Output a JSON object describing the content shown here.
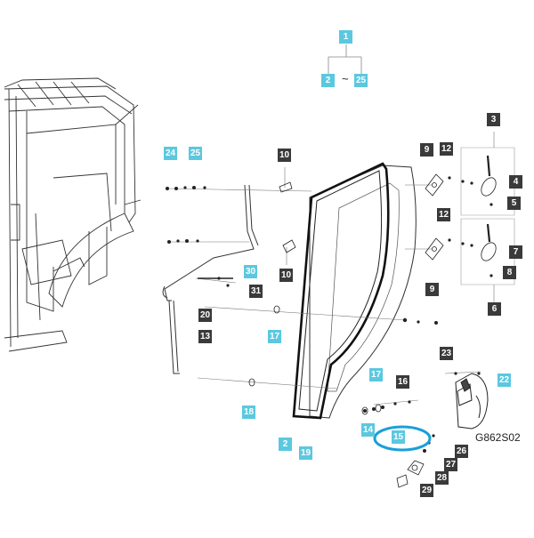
{
  "diagram_code": "G862S02",
  "range_separator": "~",
  "colors": {
    "highlight": "#5bc8df",
    "part_label": "#3a3a3a",
    "circle": "#1a9fd8"
  },
  "labels": [
    {
      "id": "1",
      "style": "blue"
    },
    {
      "id": "2",
      "style": "blue"
    },
    {
      "id": "25",
      "style": "blue"
    },
    {
      "id": "3",
      "style": "dark"
    },
    {
      "id": "24",
      "style": "blue"
    },
    {
      "id": "25",
      "style": "blue"
    },
    {
      "id": "10",
      "style": "dark"
    },
    {
      "id": "9",
      "style": "dark"
    },
    {
      "id": "12",
      "style": "dark"
    },
    {
      "id": "4",
      "style": "dark"
    },
    {
      "id": "5",
      "style": "dark"
    },
    {
      "id": "12",
      "style": "dark"
    },
    {
      "id": "7",
      "style": "dark"
    },
    {
      "id": "8",
      "style": "dark"
    },
    {
      "id": "10",
      "style": "dark"
    },
    {
      "id": "9",
      "style": "dark"
    },
    {
      "id": "6",
      "style": "dark"
    },
    {
      "id": "30",
      "style": "blue"
    },
    {
      "id": "31",
      "style": "dark"
    },
    {
      "id": "20",
      "style": "dark"
    },
    {
      "id": "17",
      "style": "blue"
    },
    {
      "id": "13",
      "style": "dark"
    },
    {
      "id": "23",
      "style": "dark"
    },
    {
      "id": "22",
      "style": "blue"
    },
    {
      "id": "17",
      "style": "blue"
    },
    {
      "id": "16",
      "style": "dark"
    },
    {
      "id": "18",
      "style": "blue"
    },
    {
      "id": "14",
      "style": "blue"
    },
    {
      "id": "15",
      "style": "blue"
    },
    {
      "id": "2",
      "style": "blue"
    },
    {
      "id": "19",
      "style": "blue"
    },
    {
      "id": "26",
      "style": "dark"
    },
    {
      "id": "27",
      "style": "dark"
    },
    {
      "id": "28",
      "style": "dark"
    },
    {
      "id": "29",
      "style": "dark"
    }
  ]
}
